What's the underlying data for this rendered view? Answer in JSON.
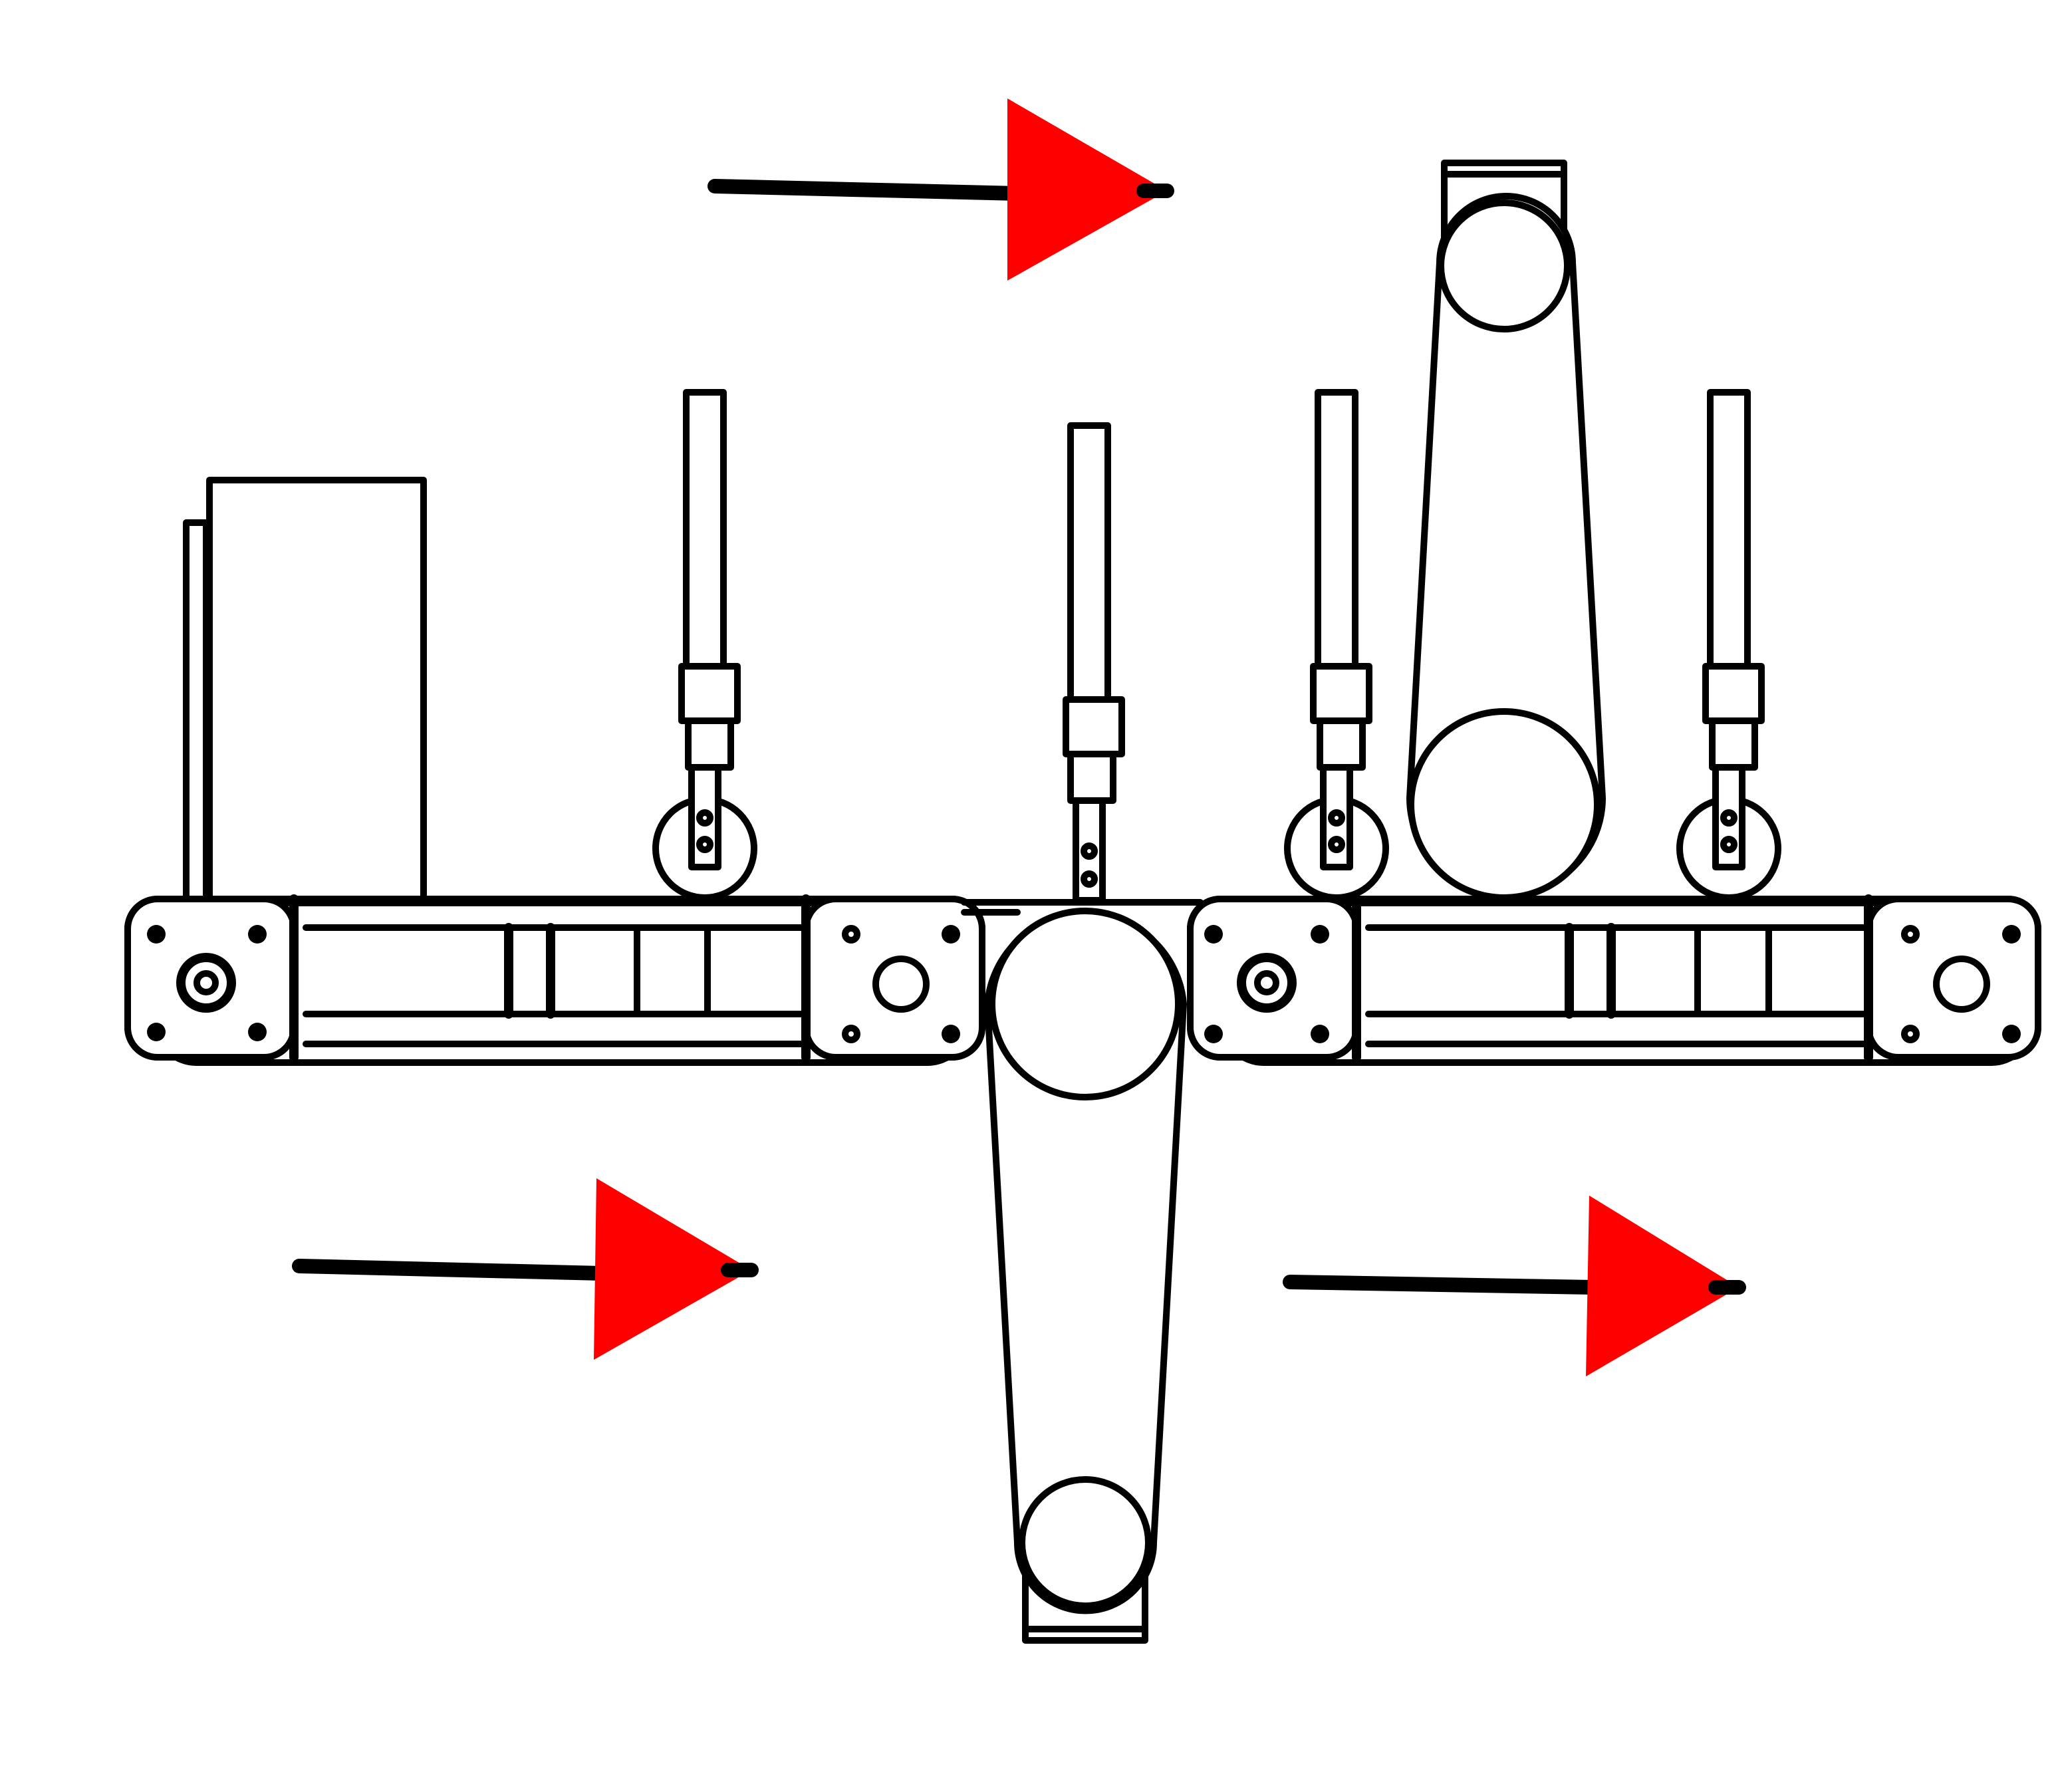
{
  "diagram": {
    "subject": "conveyor-module-assembly-line-drawing",
    "colors": {
      "line": "#000000",
      "background": "#ffffff",
      "flow_arrow": "#ff0000"
    },
    "flow_direction": "left-to-right",
    "flow_arrow_count": 4,
    "components": {
      "conveyor_modules": 2,
      "vertical_linkage_arms": 2,
      "vertical_rods": 4,
      "tall_blocks": 1
    }
  }
}
